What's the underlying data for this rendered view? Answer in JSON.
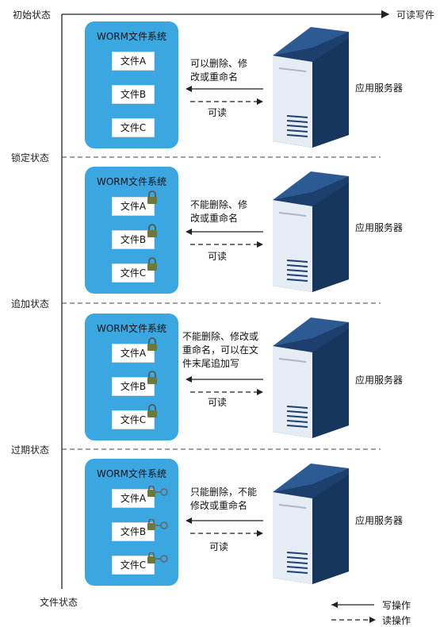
{
  "axis": {
    "top_right_label": "可读写件",
    "bottom_label": "文件状态"
  },
  "legend": {
    "write_label": "写操作",
    "read_label": "读操作"
  },
  "sections": [
    {
      "state": "初始状态",
      "worm_title": "WORM文件系统",
      "files": [
        "文件A",
        "文件B",
        "文件C"
      ],
      "file_icon": "none",
      "desc_lines": [
        "可以删除、修",
        "改或重命名"
      ],
      "read_label": "可读",
      "server_label": "应用服务器"
    },
    {
      "state": "锁定状态",
      "worm_title": "WORM文件系统",
      "files": [
        "文件A",
        "文件B",
        "文件C"
      ],
      "file_icon": "lock-icon",
      "desc_lines": [
        "不能删除、修",
        "改或重命名"
      ],
      "read_label": "可读",
      "server_label": "应用服务器"
    },
    {
      "state": "追加状态",
      "worm_title": "WORM文件系统",
      "files": [
        "文件A",
        "文件B",
        "文件C"
      ],
      "file_icon": "lock-icon",
      "desc_lines": [
        "不能删除、修改或",
        "重命名，可以在文",
        "件末尾追加写"
      ],
      "read_label": "可读",
      "server_label": "应用服务器"
    },
    {
      "state": "过期状态",
      "worm_title": "WORM文件系统",
      "files": [
        "文件A",
        "文件B",
        "文件C"
      ],
      "file_icon": "lock-key-icon",
      "desc_lines": [
        "只能删除，不能",
        "修改或重命名"
      ],
      "read_label": "可读",
      "server_label": "应用服务器"
    }
  ],
  "colors": {
    "worm_box": "#3aa7e0",
    "server_front": "#e6ecf3",
    "server_side": "#1d3f6e",
    "server_top": "#2e5a94"
  }
}
